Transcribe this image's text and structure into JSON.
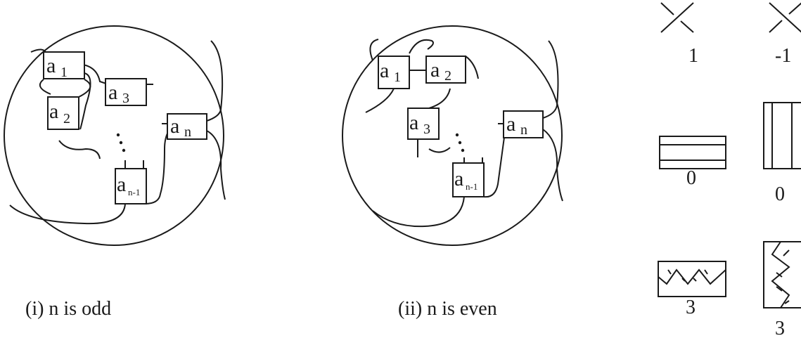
{
  "panel_odd": {
    "caption": "(i)  n is odd",
    "boxes": {
      "a1": {
        "base": "a",
        "sub": "1"
      },
      "a2": {
        "base": "a",
        "sub": "2"
      },
      "a3": {
        "base": "a",
        "sub": "3"
      },
      "an1": {
        "base": "a",
        "sub": "n-1"
      },
      "an": {
        "base": "a",
        "sub": "n"
      }
    }
  },
  "panel_even": {
    "caption": "(ii)  n is even",
    "boxes": {
      "a1": {
        "base": "a",
        "sub": "1"
      },
      "a2": {
        "base": "a",
        "sub": "2"
      },
      "a3": {
        "base": "a",
        "sub": "3"
      },
      "an1": {
        "base": "a",
        "sub": "n-1"
      },
      "an": {
        "base": "a",
        "sub": "n"
      }
    }
  },
  "legend": {
    "crossing_positive": "1",
    "crossing_negative": "-1",
    "horizontal_zero": "0",
    "vertical_zero": "0",
    "horizontal_three": "3",
    "vertical_three": "3"
  }
}
